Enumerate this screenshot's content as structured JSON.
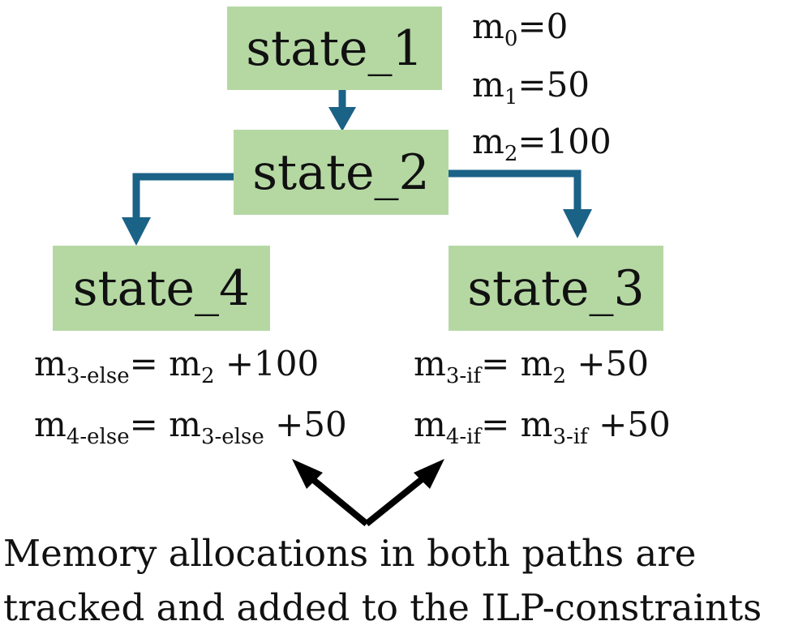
{
  "states": {
    "s1": "state_1",
    "s2": "state_2",
    "s3": "state_3",
    "s4": "state_4"
  },
  "initial": [
    {
      "base": "m",
      "sub": "0",
      "rhs": "=0"
    },
    {
      "base": "m",
      "sub": "1",
      "rhs": "=50"
    },
    {
      "base": "m",
      "sub": "2",
      "rhs": "=100"
    }
  ],
  "else_path": [
    {
      "lhs": "m",
      "lhs_sub": "3-else",
      "eq": "= ",
      "rhs": "m",
      "rhs_sub": "2",
      "add": " +100"
    },
    {
      "lhs": "m",
      "lhs_sub": "4-else",
      "eq": "= ",
      "rhs": "m",
      "rhs_sub": "3-else",
      "add": " +50"
    }
  ],
  "if_path": [
    {
      "lhs": "m",
      "lhs_sub": "3-if",
      "eq": "= ",
      "rhs": "m",
      "rhs_sub": "2",
      "add": " +50"
    },
    {
      "lhs": "m",
      "lhs_sub": "4-if",
      "eq": "= ",
      "rhs": "m",
      "rhs_sub": "3-if",
      "add": " +50"
    }
  ],
  "caption": {
    "line1": "Memory allocations in both paths are",
    "line2": "tracked and added to the ILP-constraints"
  },
  "colors": {
    "state_fill": "#b5d8a3",
    "flow_arrow": "#1b6287",
    "pointer_arrow": "#000000"
  }
}
